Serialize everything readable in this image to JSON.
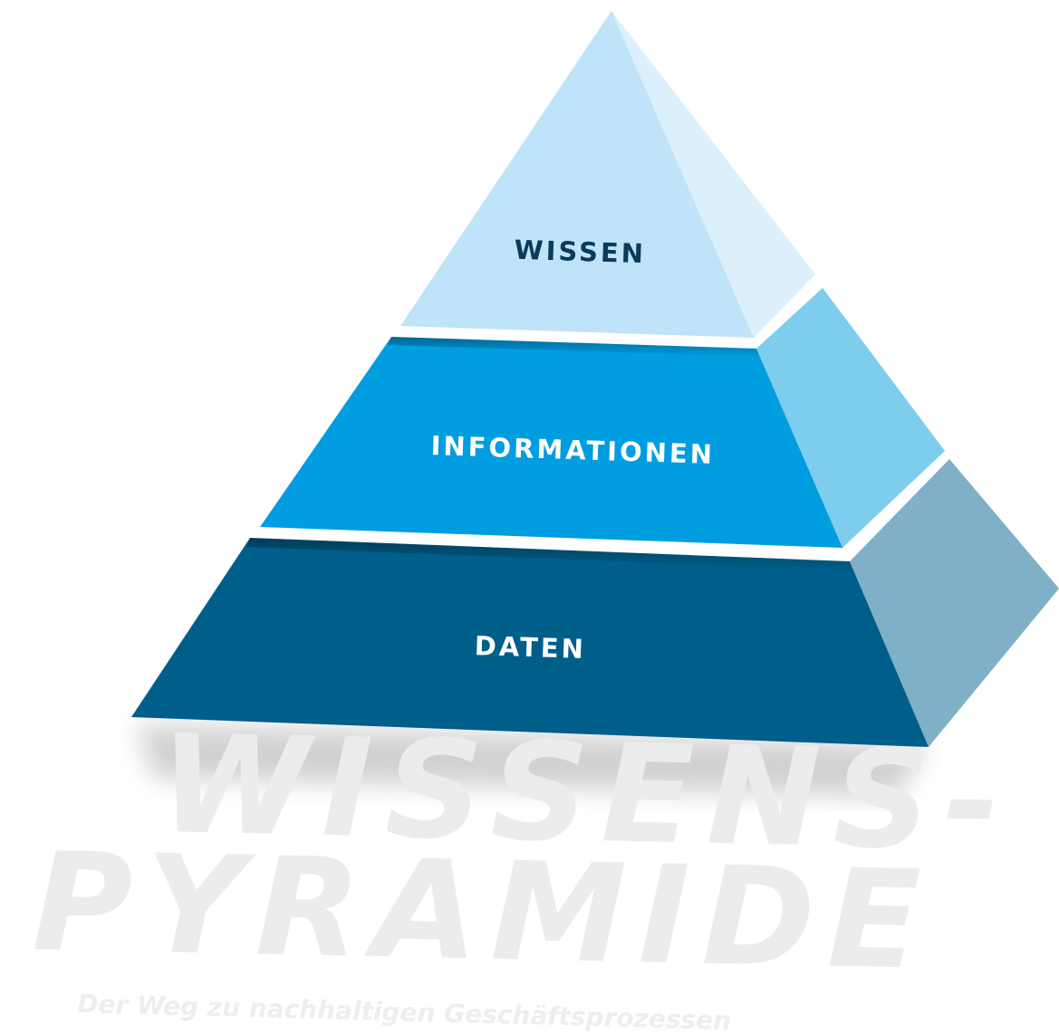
{
  "diagram": {
    "layers": [
      {
        "id": "wissen",
        "label": "WISSEN"
      },
      {
        "id": "informationen",
        "label": "INFORMATIONEN"
      },
      {
        "id": "daten",
        "label": "DATEN"
      }
    ],
    "title_line1": "WISSENS-",
    "title_line2": "PYRAMIDE",
    "subtitle": "Der Weg zu nachhaltigen Geschäftsprozessen"
  },
  "colors": {
    "top_front": "#bfe3f8",
    "top_side": "#dcf0fc",
    "middle_front": "#009de0",
    "middle_side": "#7ecdef",
    "bottom_front": "#005e8a",
    "bottom_side": "#7fb0c7",
    "top_label": "#0b3a5a",
    "light_label": "#ffffff",
    "watermark": "#ececec",
    "subtitle": "#eeeeee"
  }
}
